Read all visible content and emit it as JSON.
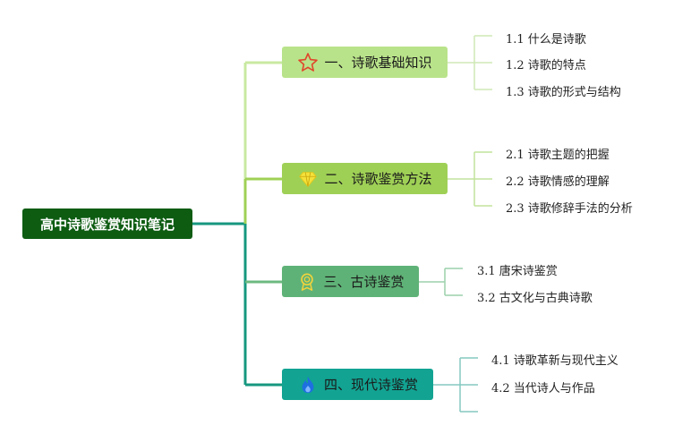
{
  "root": {
    "label": "高中诗歌鉴赏知识笔记",
    "color": "#0d5c12"
  },
  "branches": [
    {
      "label": "一、诗歌基础知识",
      "icon": "star-icon",
      "color": "#b9e38a",
      "children": [
        "1.1 什么是诗歌",
        "1.2 诗歌的特点",
        "1.3 诗歌的形式与结构"
      ]
    },
    {
      "label": "二、诗歌鉴赏方法",
      "icon": "diamond-icon",
      "color": "#9fd056",
      "children": [
        "2.1 诗歌主题的把握",
        "2.2 诗歌情感的理解",
        "2.3 诗歌修辞手法的分析"
      ]
    },
    {
      "label": "三、古诗鉴赏",
      "icon": "award-icon",
      "color": "#5fb277",
      "children": [
        "3.1 唐宋诗鉴赏",
        "3.2 古文化与古典诗歌"
      ]
    },
    {
      "label": "四、现代诗鉴赏",
      "icon": "flame-icon",
      "color": "#12a392",
      "children": [
        "4.1 诗歌革新与现代主义",
        "4.2 当代诗人与作品"
      ]
    }
  ]
}
